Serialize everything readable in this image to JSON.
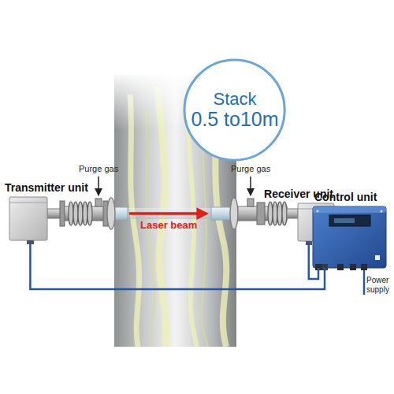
{
  "diagram": {
    "nodes": [
      {
        "text": [
          "Stack",
          "0.5 to10m"
        ]
      },
      {
        "text": [
          "Transmitter unit"
        ]
      },
      {
        "text": [
          "Receiver unit"
        ]
      },
      {
        "text": [
          "Control unit"
        ]
      }
    ],
    "edges": [
      {
        "from": 1,
        "to": 3,
        "arrow": "none"
      },
      {
        "from": 2,
        "to": 3,
        "arrow": "none"
      }
    ],
    "labels": [
      "Purge gas",
      "Purge gas",
      "Laser beam",
      "Power supply"
    ]
  }
}
